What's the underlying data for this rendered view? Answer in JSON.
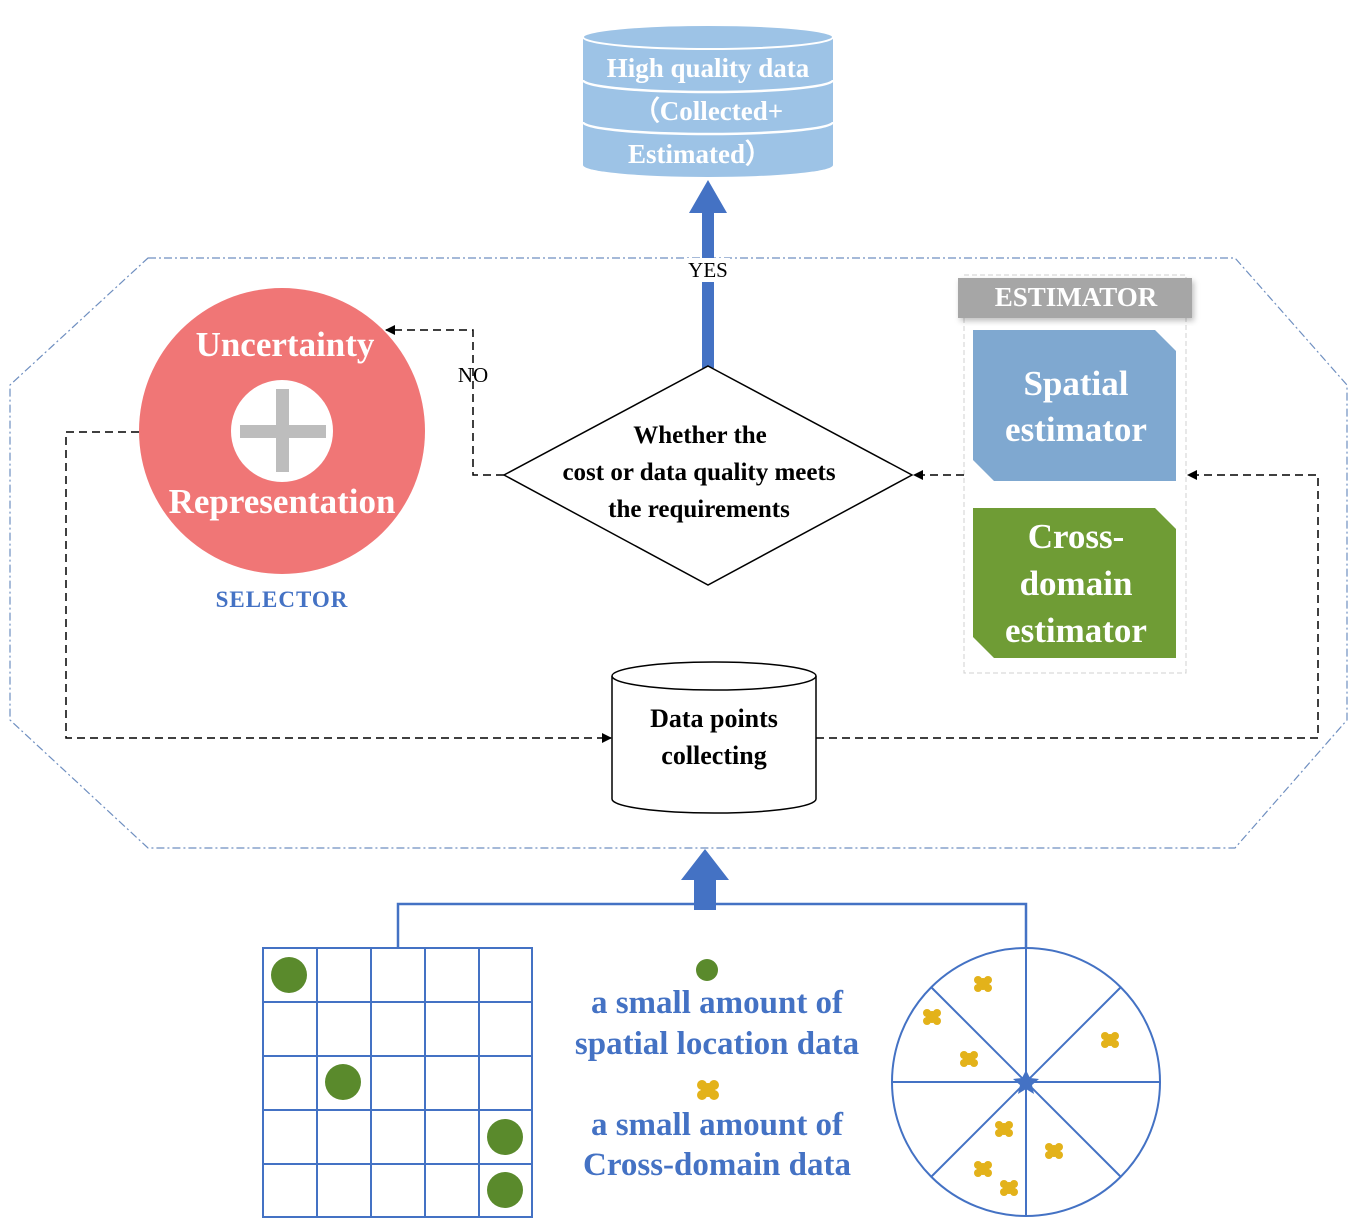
{
  "top_database": {
    "lines": [
      "High quality data",
      "（Collected+",
      "Estimated）"
    ]
  },
  "yes_label": "YES",
  "no_label": "NO",
  "decision": {
    "lines": [
      "Whether the",
      "cost or data quality meets",
      "the requirements"
    ]
  },
  "selector": {
    "top_label": "Uncertainty",
    "bottom_label": "Representation",
    "caption": "SELECTOR"
  },
  "estimator": {
    "header": "ESTIMATOR",
    "spatial_lines": [
      "Spatial",
      "estimator"
    ],
    "cross_lines": [
      "Cross-",
      "domain",
      "estimator"
    ]
  },
  "collector": {
    "lines": [
      "Data points",
      "collecting"
    ]
  },
  "legend": {
    "spatial_lines": [
      "a small amount of",
      "spatial location data"
    ],
    "cross_lines": [
      "a small amount of",
      "Cross-domain data"
    ]
  },
  "colors": {
    "database_fill": "#9dc3e6",
    "arrow_blue": "#4472c4",
    "selector_red": "#f07676",
    "spatial_fill": "#7fa8d0",
    "cross_fill": "#6f9c35",
    "green_dot": "#5a8a2c",
    "yellow_dot": "#e3b21a",
    "estimator_header": "#a6a6a6",
    "text_blue": "#4472c4"
  }
}
